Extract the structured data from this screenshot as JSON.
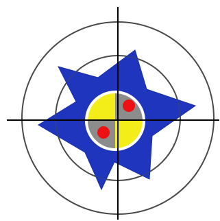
{
  "figure": {
    "kind": "target-emblem",
    "colors": {
      "background": "#ffffff",
      "ring_stroke": "#4a4a4a",
      "star_fill": "#1f35bd",
      "star_stroke": "#1a2fa6",
      "white_disc": "#ffffff",
      "center_gray": "#8c8c8c",
      "center_yellow": "#f3ee1a",
      "dot_red": "#ee1111",
      "crosshair": "#000000"
    },
    "rings": [
      {
        "name": "outer-ring"
      },
      {
        "name": "inner-ring"
      }
    ],
    "star": {
      "points": 6
    },
    "center": {
      "quadrants": [
        {
          "position": "top-left",
          "color_key": "center_yellow"
        },
        {
          "position": "top-right",
          "color_key": "center_gray"
        },
        {
          "position": "bottom-left",
          "color_key": "center_gray"
        },
        {
          "position": "bottom-right",
          "color_key": "center_yellow"
        }
      ],
      "dots": [
        {
          "quadrant": "top-right"
        },
        {
          "quadrant": "bottom-left"
        }
      ]
    }
  }
}
